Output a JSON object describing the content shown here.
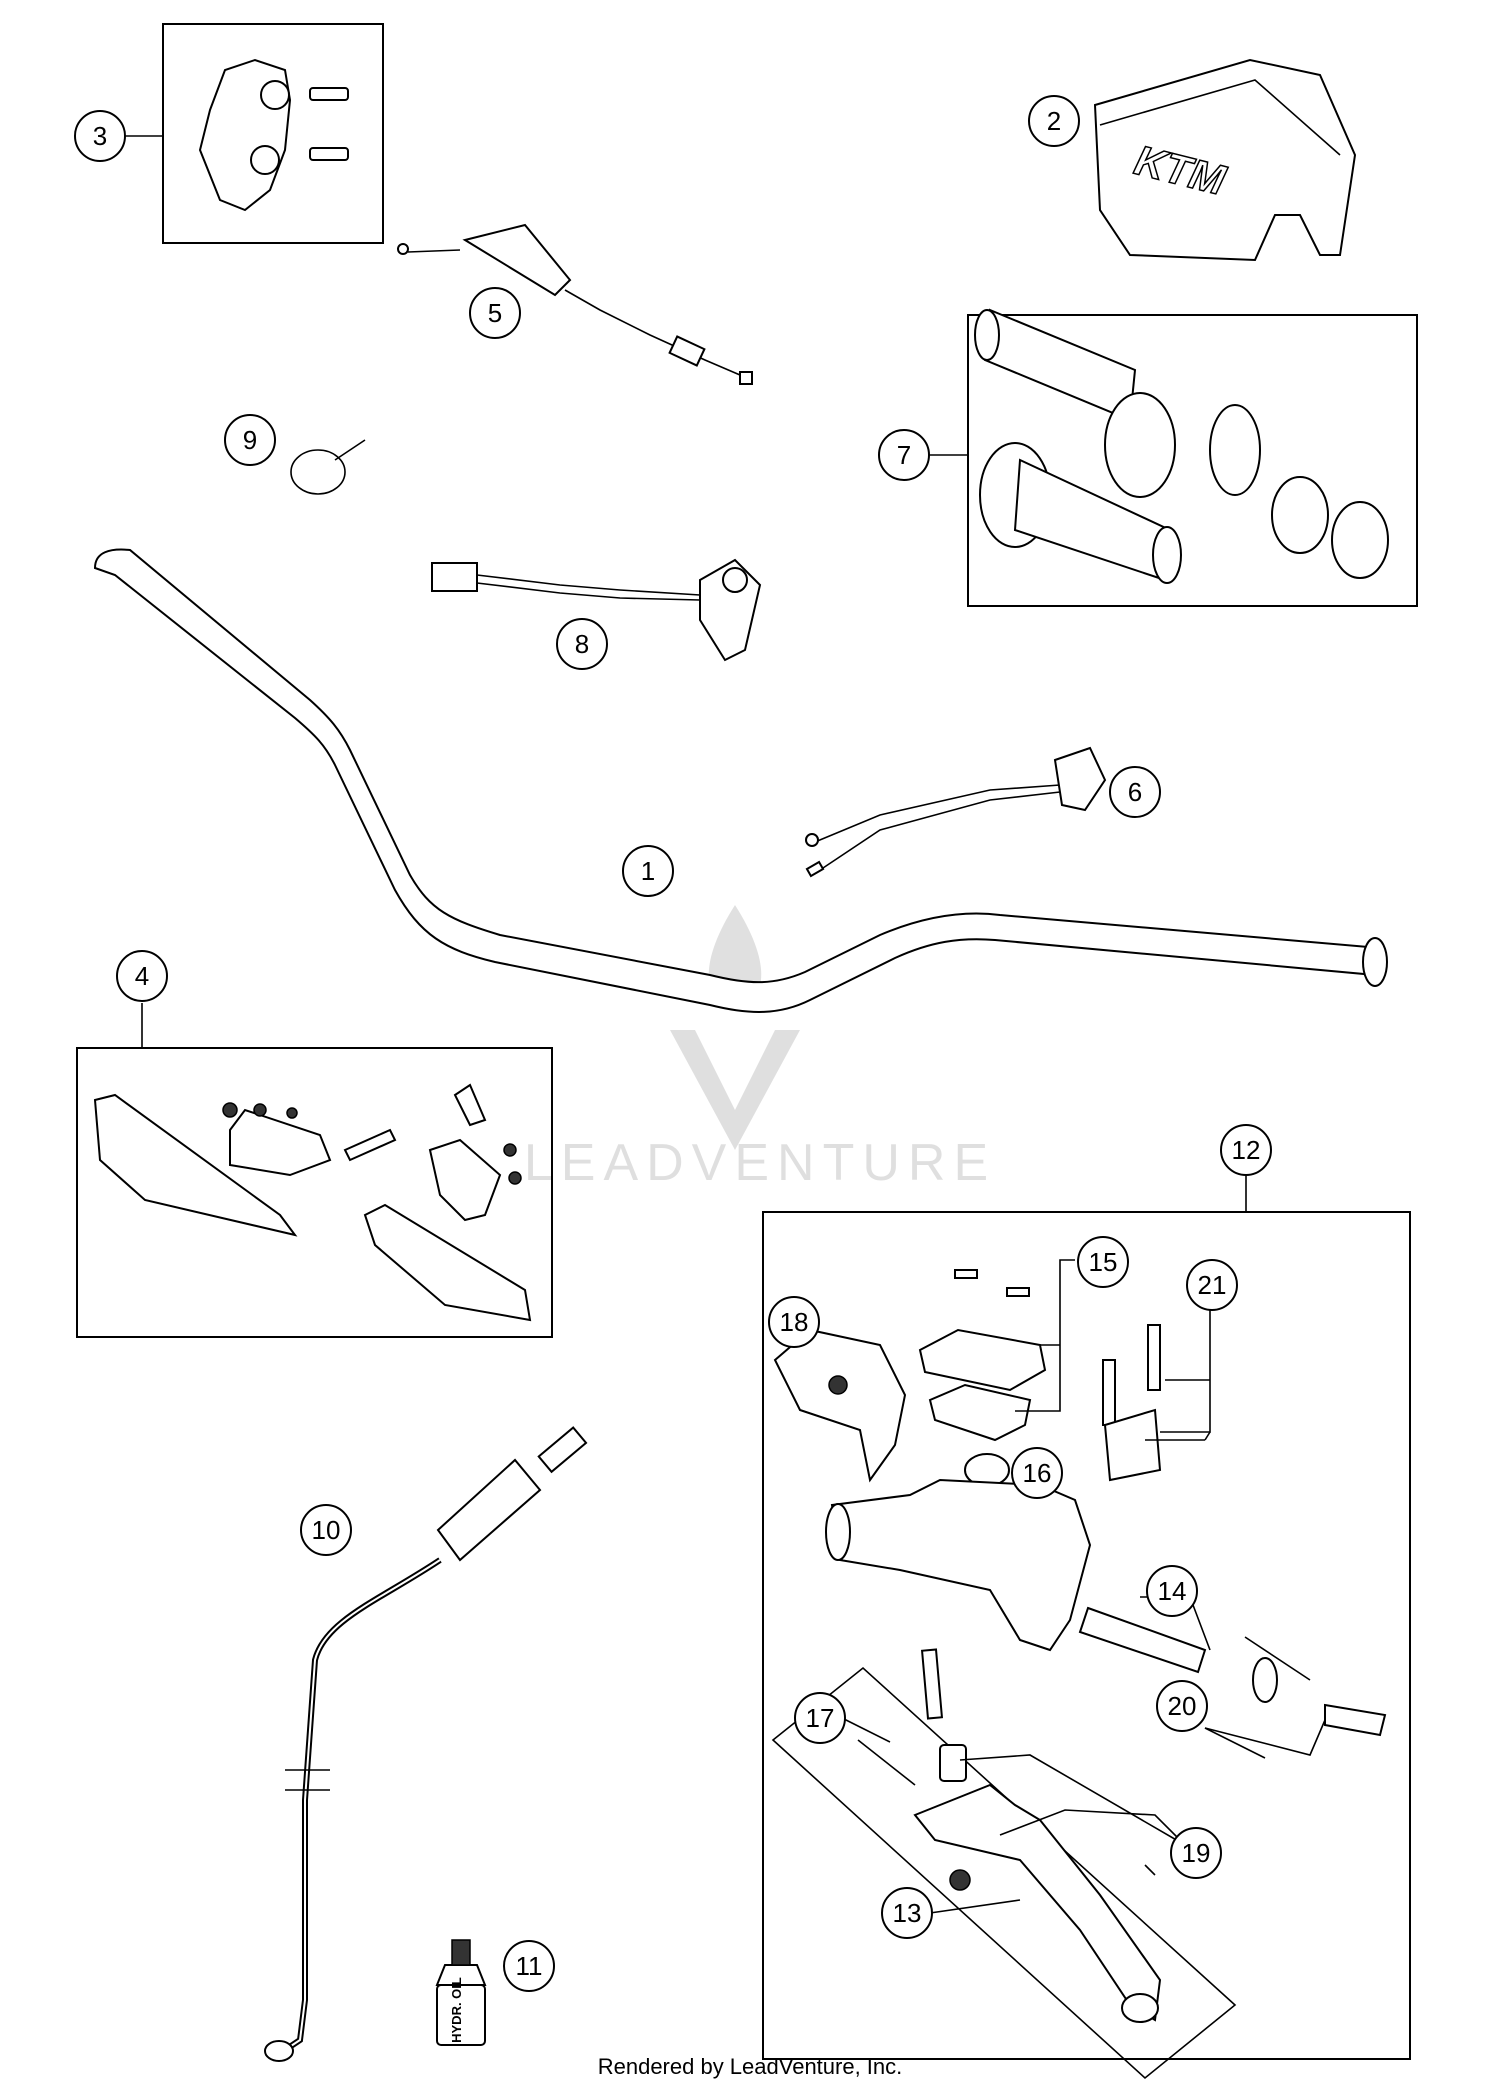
{
  "diagram": {
    "callouts": [
      {
        "id": "1",
        "label": "1"
      },
      {
        "id": "2",
        "label": "2"
      },
      {
        "id": "3",
        "label": "3"
      },
      {
        "id": "4",
        "label": "4"
      },
      {
        "id": "5",
        "label": "5"
      },
      {
        "id": "6",
        "label": "6"
      },
      {
        "id": "7",
        "label": "7"
      },
      {
        "id": "8",
        "label": "8"
      },
      {
        "id": "9",
        "label": "9"
      },
      {
        "id": "10",
        "label": "10"
      },
      {
        "id": "11",
        "label": "11"
      },
      {
        "id": "12",
        "label": "12"
      },
      {
        "id": "13",
        "label": "13"
      },
      {
        "id": "14",
        "label": "14"
      },
      {
        "id": "15",
        "label": "15"
      },
      {
        "id": "16",
        "label": "16"
      },
      {
        "id": "17",
        "label": "17"
      },
      {
        "id": "18",
        "label": "18"
      },
      {
        "id": "19",
        "label": "19"
      },
      {
        "id": "20",
        "label": "20"
      },
      {
        "id": "21",
        "label": "21"
      }
    ],
    "pad_brand": "KTM",
    "fluid_label": "HYDR. OIL",
    "watermark": "LEADVENTURE"
  },
  "footer": "Rendered by LeadVenture, Inc."
}
